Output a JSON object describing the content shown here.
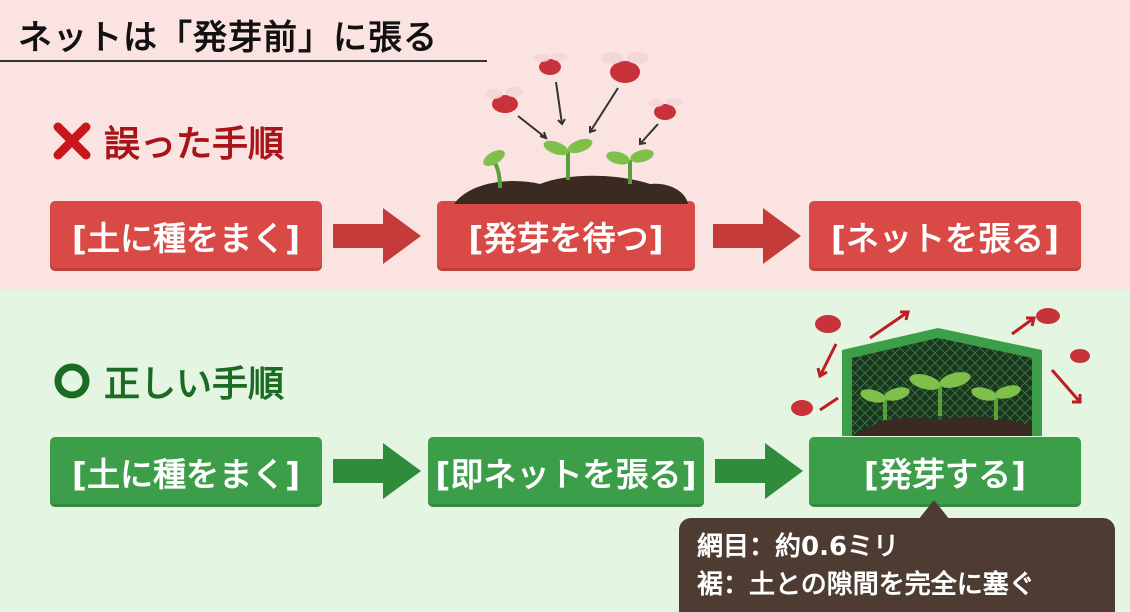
{
  "title": "ネットは「発芽前」に張る",
  "wrong": {
    "heading": "誤った手順",
    "steps": [
      "[土に種をまく]",
      "[発芽を待つ]",
      "[ネットを張る]"
    ]
  },
  "right": {
    "heading": "正しい手順",
    "steps": [
      "[土に種をまく]",
      "[即ネットを張る]",
      "[発芽する]"
    ]
  },
  "callout": {
    "line1": "網目：約0.6ミリ",
    "line2": "裾：土との隙間を完全に塞ぐ"
  },
  "colors": {
    "wrong_bg": "#fbe3e1",
    "right_bg": "#e4f5e2",
    "wrong_accent": "#a8141a",
    "right_accent": "#1c6b25",
    "wrong_box": "#d94a47",
    "right_box": "#3d9e49",
    "callout_bg": "#4e3c33"
  }
}
